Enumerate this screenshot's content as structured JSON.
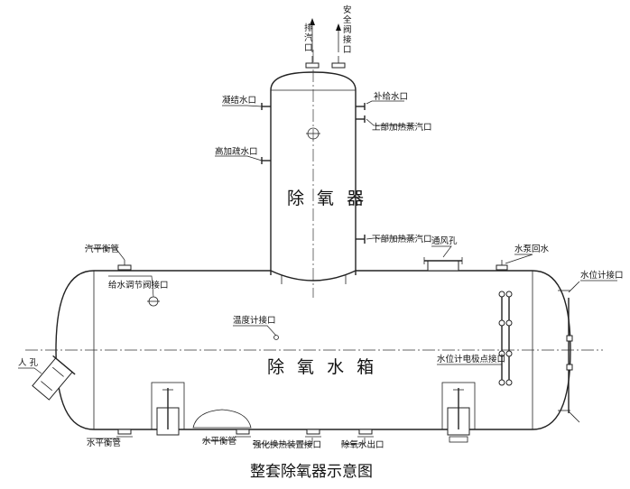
{
  "top_labels": {
    "exhaust": [
      "排",
      "汽",
      "口"
    ],
    "safety_valve": [
      "安",
      "全",
      "阀",
      "接",
      "口"
    ]
  },
  "tower": {
    "title": "除 氧 器",
    "condensate_inlet": "凝结水口",
    "makeup_water_inlet": "补给水口",
    "upper_steam_inlet": "上部加热蒸汽口",
    "hp_drain_inlet": "高加疏水口",
    "lower_steam_inlet": "下部加热蒸汽口"
  },
  "tank": {
    "title": "除 氧 水 箱",
    "steam_balance_pipe": "汽平衡管",
    "feedwater_valve_port": "给水调节阀接口",
    "manhole_vent": "通风孔",
    "pump_return": "水泵回水",
    "level_gauge_port": "水位计接口",
    "temperature_port": "温度计接口",
    "manhole": "人  孔",
    "level_electrode_port": "水位计电极点接口",
    "water_balance_pipe_left": "水平衡管",
    "water_balance_pipe_mid": "水平衡管",
    "heater_device_port": "强化换热装置接口",
    "deaerated_water_outlet": "除氧水出口"
  },
  "caption": "整套除氧器示意图"
}
